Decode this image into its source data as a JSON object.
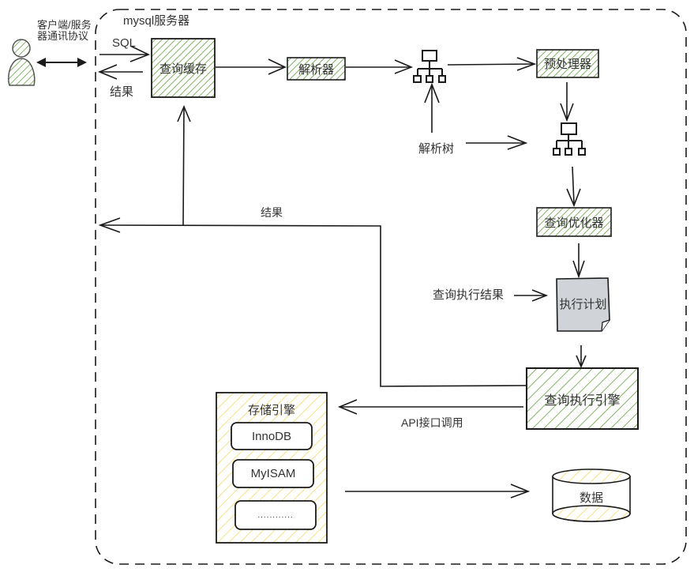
{
  "diagram": {
    "server_title": "mysql服务器",
    "client": {
      "protocol_label": "客户端/服务器通讯协议",
      "sql_label": "SQL",
      "result_label": "结果"
    },
    "nodes": {
      "query_cache": "查询缓存",
      "parser": "解析器",
      "preprocessor": "预处理器",
      "optimizer": "查询优化器",
      "execution_plan": "执行计划",
      "execution_engine": "查询执行引擎",
      "storage_engine": {
        "title": "存储引擎",
        "engines": [
          "InnoDB",
          "MyISAM",
          "............"
        ]
      },
      "data": "数据"
    },
    "labels": {
      "parse_tree": "解析树",
      "result": "结果",
      "query_exec_result": "查询执行结果",
      "api_call": "API接口调用"
    },
    "colors": {
      "green_hatch": "#82b366",
      "green_fill": "#d5e8d4",
      "yellow_hatch": "#f5e08a",
      "plan_fill": "#d0d4d9",
      "stroke": "#1a1a1a"
    }
  }
}
